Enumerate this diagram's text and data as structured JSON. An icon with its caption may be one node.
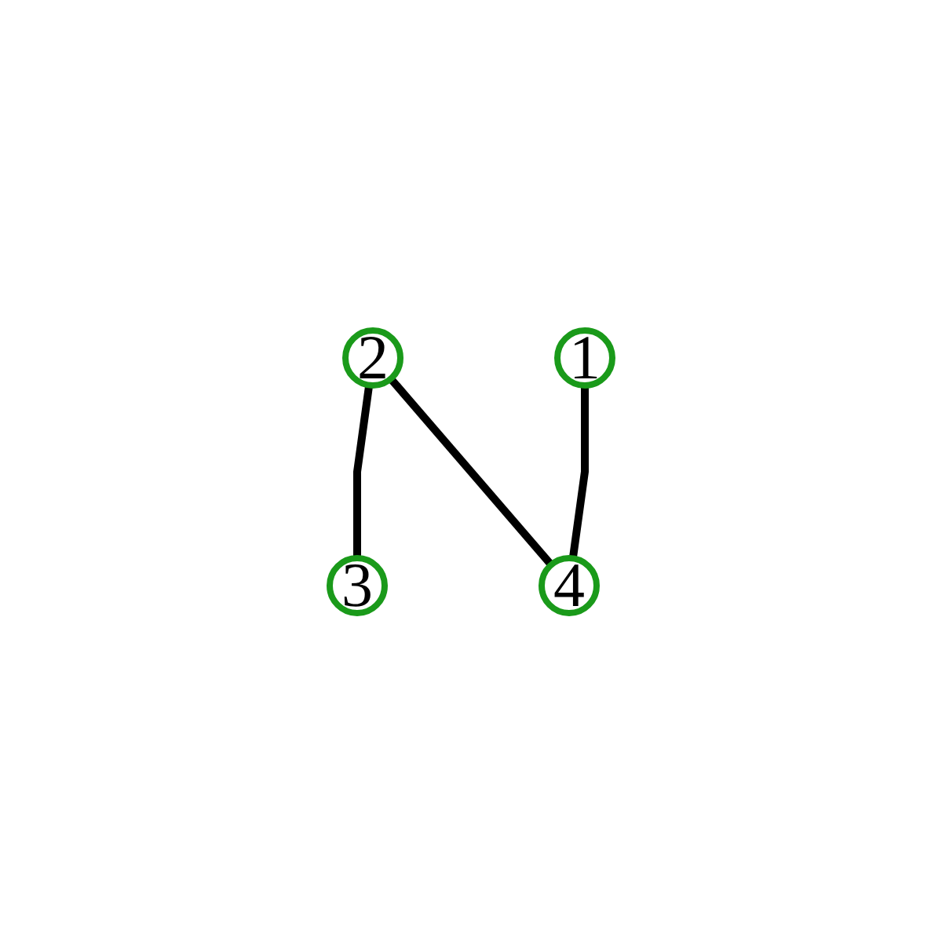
{
  "diagram": {
    "nodes": [
      {
        "text": [
          "2"
        ]
      },
      {
        "text": [
          "3"
        ]
      },
      {
        "text": [
          "1"
        ]
      },
      {
        "text": [
          "4"
        ]
      }
    ],
    "edges": [
      {
        "from": 0,
        "to": 1,
        "arrow": "none"
      },
      {
        "from": 0,
        "to": 3,
        "arrow": "none"
      },
      {
        "from": 2,
        "to": 3,
        "arrow": "none"
      }
    ]
  }
}
